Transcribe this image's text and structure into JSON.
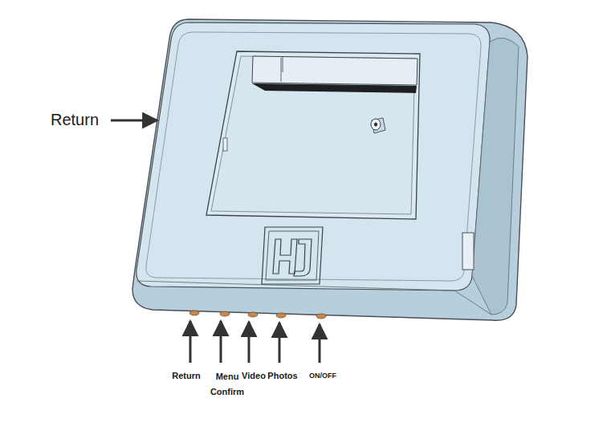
{
  "diagram": {
    "labels": [
      "Return",
      "Return",
      "Menu Confirm",
      "Video",
      "Photos",
      "ON/OFF"
    ]
  }
}
